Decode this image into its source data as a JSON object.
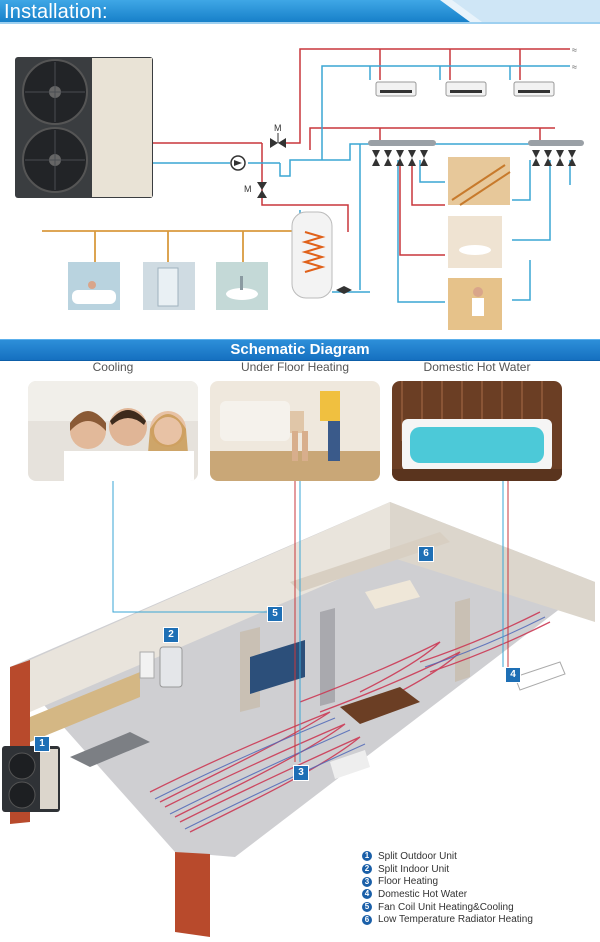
{
  "header": {
    "title": "Installation:"
  },
  "schematic": {
    "title": "Schematic Diagram"
  },
  "captions": {
    "cooling": "Cooling",
    "floor": "Under Floor Heating",
    "hot_water": "Domestic Hot Water"
  },
  "valve_labels": {
    "m1": "M",
    "m2": "M"
  },
  "legend": [
    {
      "num": "1",
      "label": "Split Outdoor Unit"
    },
    {
      "num": "2",
      "label": "Split Indoor Unit"
    },
    {
      "num": "3",
      "label": "Floor Heating"
    },
    {
      "num": "4",
      "label": "Domestic Hot Water"
    },
    {
      "num": "5",
      "label": "Fan Coil Unit Heating&Cooling"
    },
    {
      "num": "6",
      "label": "Low Temperature Radiator Heating"
    }
  ],
  "colors": {
    "header_blue": "#1f8fd6",
    "hot_pipe": "#c8373c",
    "cold_pipe": "#3aa6d4",
    "water_pipe": "#d99a3e",
    "legend_badge": "#1a5fa8"
  }
}
